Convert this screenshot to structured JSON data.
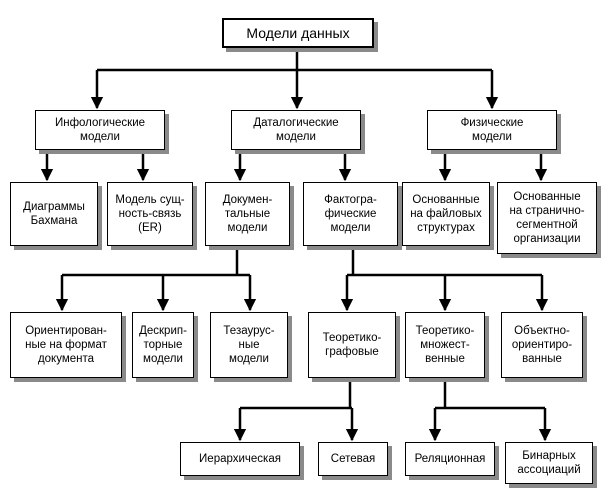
{
  "nodes": {
    "root": "Модели данных",
    "infological": "Инфологические\nмодели",
    "datalogical": "Даталогические\nмодели",
    "physical": "Физические\nмодели",
    "bachman": "Диаграммы\nБахмана",
    "er": "Модель сущ-\nность-связь\n(ER)",
    "documental": "Докумен-\nтальные\nмодели",
    "factographic": "Фактогра-\nфические\nмодели",
    "file_based": "Основанные\nна файловых\nструктурах",
    "page_based": "Основанные\nна странично-\nсегментной\nорганизации",
    "format_oriented": "Ориентирован-\nные на формат\nдокумента",
    "descriptor": "Дескрип-\nторные\nмодели",
    "thesaurus": "Тезаурус-\nные\nмодели",
    "graph_theoretic": "Теоретико-\nграфовые",
    "set_theoretic": "Теоретико-\nмножест-\nвенные",
    "object_oriented": "Объектно-\nориентиро-\nванные",
    "hierarchical": "Иерархическая",
    "network": "Сетевая",
    "relational": "Реляционная",
    "binary": "Бинарных\nассоциаций"
  }
}
